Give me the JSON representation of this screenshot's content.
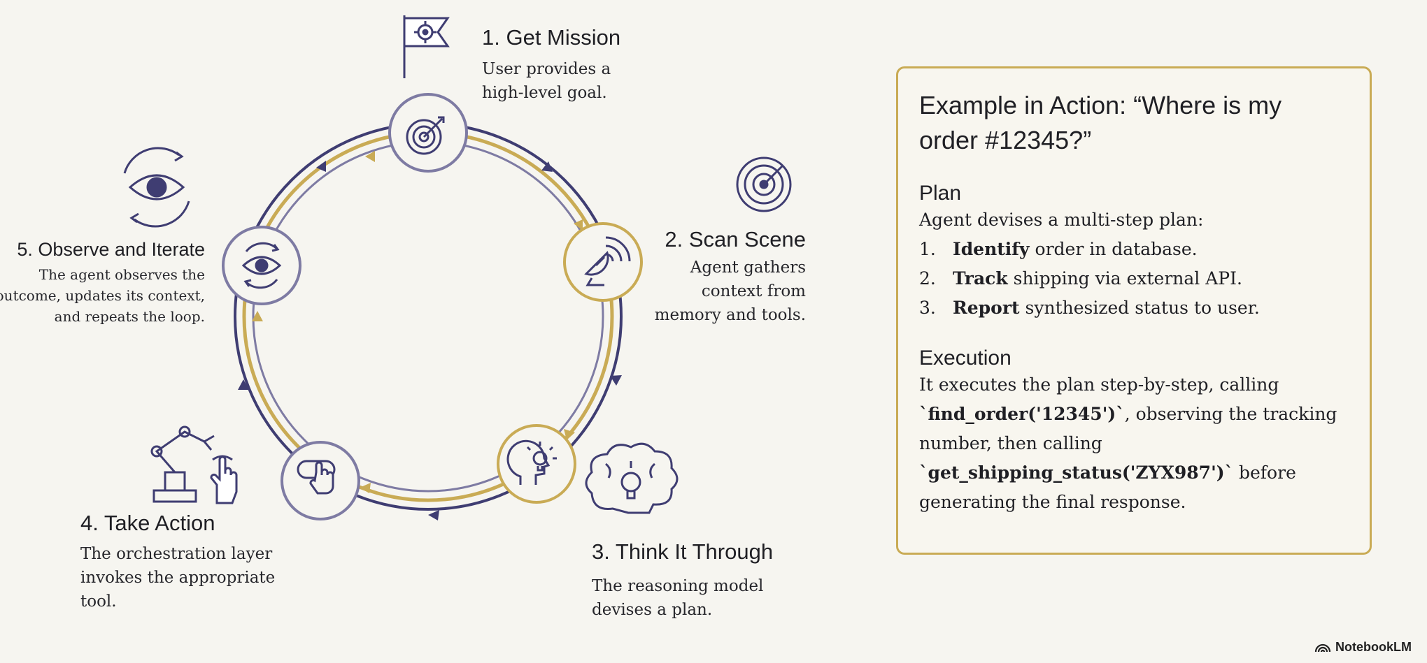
{
  "steps": [
    {
      "title": "1. Get Mission",
      "desc": [
        "User provides a",
        "high-level goal."
      ],
      "badge_icon": "target-arrow-icon",
      "side_icon": "flag-target-icon",
      "color": "navy"
    },
    {
      "title": "2. Scan Scene",
      "desc": [
        "Agent gathers",
        "context from",
        "memory and tools."
      ],
      "badge_icon": "satellite-dish-icon",
      "side_icon": "radar-icon",
      "color": "gold"
    },
    {
      "title": "3. Think It Through",
      "desc": [
        "The reasoning model",
        "devises a plan."
      ],
      "badge_icon": "head-lightbulb-icon",
      "side_icon": "brain-lightbulb-icon",
      "color": "gold"
    },
    {
      "title": "4. Take Action",
      "desc": [
        "The orchestration layer",
        "invokes the appropriate",
        "tool."
      ],
      "badge_icon": "hand-pointer-button-icon",
      "side_icon": "robot-arm-hand-icon",
      "color": "navy"
    },
    {
      "title": "5. Observe and Iterate",
      "desc": [
        "The agent observes the",
        "outcome, updates its context,",
        "and repeats the loop."
      ],
      "badge_icon": "eye-cycle-icon",
      "side_icon": "eye-cycle-icon",
      "color": "navy"
    }
  ],
  "example": {
    "title": "Example in Action: “Where is my order #12345?”",
    "plan_heading": "Plan",
    "plan_intro": "Agent devises a multi-step plan:",
    "plan_items": [
      {
        "num": "1.",
        "bold": "Identify",
        "rest": " order in database."
      },
      {
        "num": "2.",
        "bold": "Track",
        "rest": " shipping via external API."
      },
      {
        "num": "3.",
        "bold": "Report",
        "rest": " synthesized status to user."
      }
    ],
    "execution_heading": "Execution",
    "execution": {
      "t1": "It executes the plan step-by-step, calling ",
      "code1": "`find_order('12345')`",
      "t2": ", observing the tracking number, then calling ",
      "code2": "`get_shipping_status('ZYX987')`",
      "t3": " before generating the final response."
    }
  },
  "brand": {
    "name": "NotebookLM",
    "icon": "notebooklm-logo-icon"
  },
  "colors": {
    "navy": "#3f3d72",
    "gold": "#c9ab55",
    "muted": "#7e7ba3",
    "badge_fill": "#f6f5f0"
  }
}
